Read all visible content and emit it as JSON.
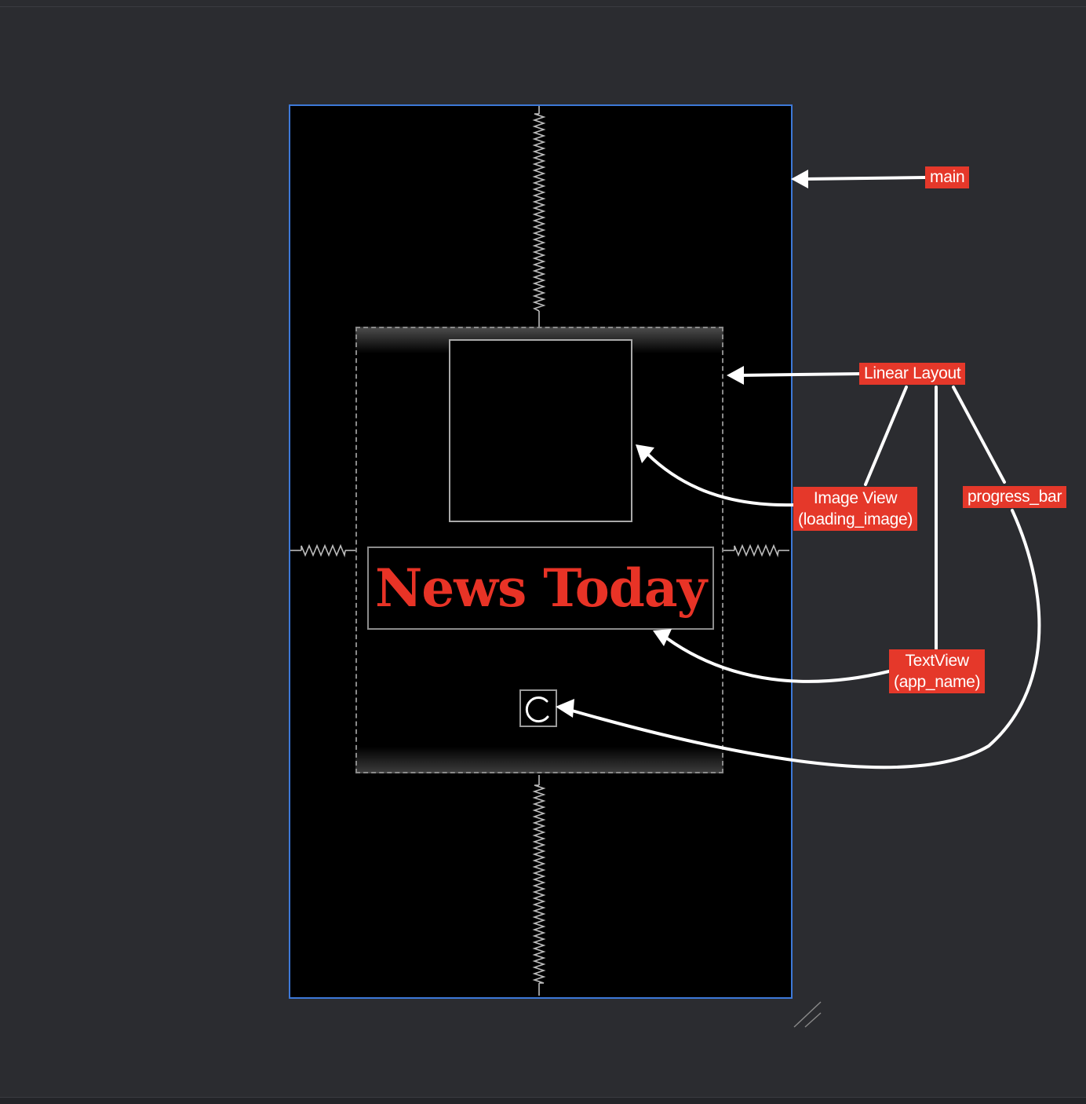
{
  "layout_editor": {
    "preview_text": "News Today",
    "text_color": "#e83326",
    "border_color": "#3d79d8",
    "annotation_color": "#e5382a",
    "labels": {
      "main": "main",
      "linear_layout": "Linear Layout",
      "image_view": [
        "Image View",
        "(loading_image)"
      ],
      "progress_bar": "progress_bar",
      "text_view": [
        "TextView",
        "(app_name)"
      ]
    }
  }
}
